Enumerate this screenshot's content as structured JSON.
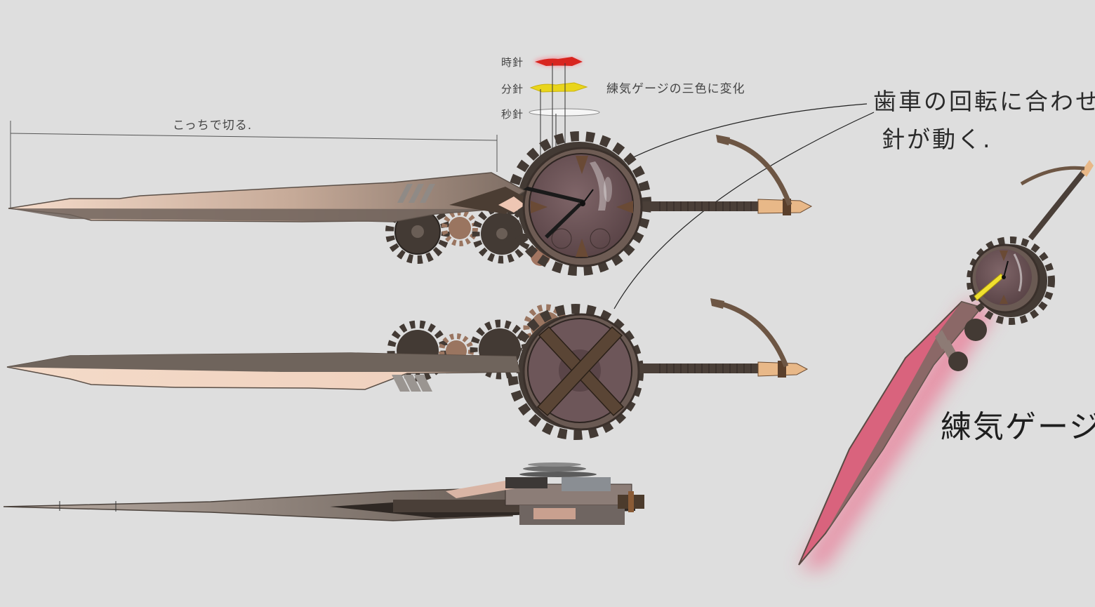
{
  "labels": {
    "hour_hand": "時針",
    "minute_hand": "分針",
    "second_hand": "秒針",
    "gauge_note": "練気ゲージの三色に変化",
    "cut_side": "こっちで切る.",
    "rotation_note_line1": "歯車の回転に合わせて",
    "rotation_note_line2": "針が動く.",
    "gauge_red": "練気ゲージ赤"
  },
  "colors": {
    "background": "#dedede",
    "hour_hand": "#d8251f",
    "minute_hand": "#e9d51c",
    "second_hand": "#f4f4f4",
    "blade_edge": "#f3d6c4",
    "blade_body": "#6f645c",
    "clock_face": "#6c5457",
    "gear": "#433a34",
    "gear_copper": "#9a7560",
    "glow": "#ef4a72"
  }
}
